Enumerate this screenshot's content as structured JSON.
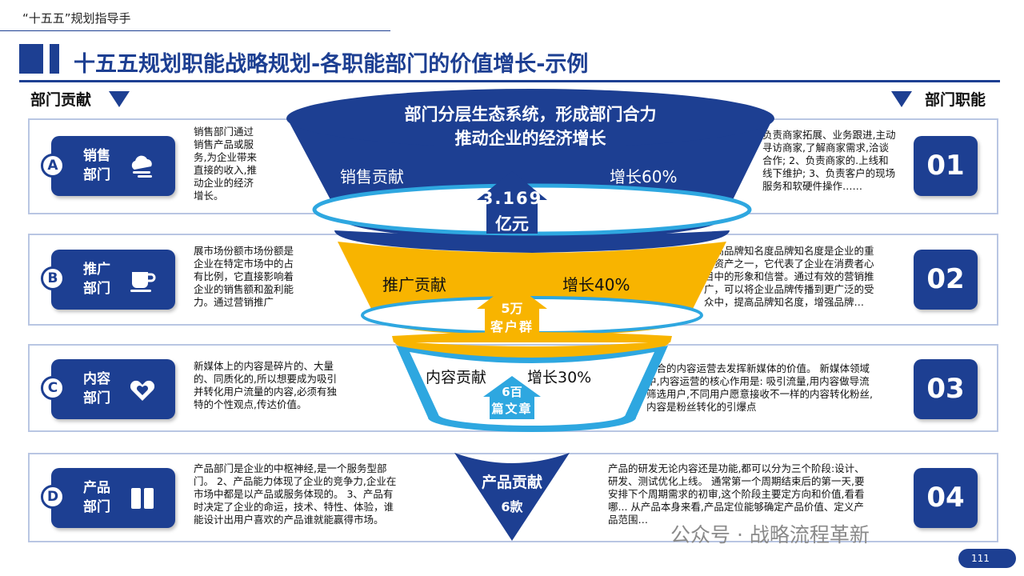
{
  "header": {
    "doc_name": "“十五五”规划指导手"
  },
  "title": "十五五规划职能战略规划-各职能部门的价值增长-示例",
  "left_label": "部门贡献",
  "right_label": "部门职能",
  "funnel": {
    "top_line1": "部门分层生态系统，形成部门合力",
    "top_line2": "推动企业的经济增长",
    "levels": [
      {
        "contribution": "销售贡献",
        "growth": "增长60%",
        "value_line1": "3.169",
        "value_line2": "亿元"
      },
      {
        "contribution": "推广贡献",
        "growth": "增长40%",
        "value_line1": "5万",
        "value_line2": "客户群"
      },
      {
        "contribution": "内容贡献",
        "growth": "增长30%",
        "value_line1": "6百",
        "value_line2": "篇文章"
      }
    ],
    "bottom_title": "产品贡献",
    "bottom_value": "6款"
  },
  "rows": [
    {
      "letter": "A",
      "dept": "销售部门",
      "icon": "cloud-icon",
      "left_text": "销售部门通过\n销售产品或服\n务,为企业带来\n直接的收入,推\n动企业的经济\n增长。",
      "right_text": "负责商家拓展、业务跟进,主动\n寻访商家,了解商家需求,洽谈\n合作; 2、负责商家的.上线和\n线下维护; 3、负责客户的现场\n服务和软硬件操作……",
      "number": "01"
    },
    {
      "letter": "B",
      "dept": "推广部门",
      "icon": "coffee-cup-icon",
      "left_text": "展市场份额市场份额是\n企业在特定市场中的占\n有比例，它直接影响着\n企业的销售额和盈利能\n力。通过营销推广",
      "right_text": "提高品牌知名度品牌知名度是企业的重\n要资产之一，它代表了企业在消费者心\n目中的形象和信誉。通过有效的营销推\n广，可以将企业品牌传播到更广泛的受\n众中，提高品牌知名度，增强品牌…",
      "number": "02"
    },
    {
      "letter": "C",
      "dept": "内容部门",
      "icon": "hearts-icon",
      "left_text": "新媒体上的内容是碎片的、大量\n的、同质化的,所以想要成为吸引\n并转化用户流量的内容,必须有独\n特的个性观点,传达价值。",
      "right_text": "整合的内容运营去发挥新媒体的价值。 新媒体领域\n中,内容运营的核心作用是: 吸引流量,用内容做导流\n筛选用户,不同用户愿意接收不一样的内容转化粉丝,\n内容是粉丝转化的引爆点",
      "number": "03"
    },
    {
      "letter": "D",
      "dept": "产品部门",
      "icon": "book-icon",
      "left_text": "产品部门是企业的中枢神经,是一个服务型部\n门。 2、产品能力体现了企业的竞争力,企业在\n市场中都是以产品或服务体现的。 3、产品有\n时决定了企业的命运，技术、特性、体验，谁\n能设计出用户喜欢的产品谁就能赢得市场。",
      "right_text": "产品的研发无论内容还是功能,都可以分为三个阶段:设计、\n研发、测试优化上线。 通常第一个周期结束后的第一天,要\n安排下个周期需求的初审,这个阶段主要定方向和价值,看看\n哪... 从产品本身来看,产品定位能够确定产品价值、定义产\n品范围…",
      "number": "04"
    }
  ],
  "watermark": "公众号 · 战略流程革新",
  "page_number": "111",
  "colors": {
    "primary": "#1d3f92",
    "yellow": "#f8b400",
    "light_blue": "#2ea7e0",
    "panel_border": "#b9c6e3"
  }
}
